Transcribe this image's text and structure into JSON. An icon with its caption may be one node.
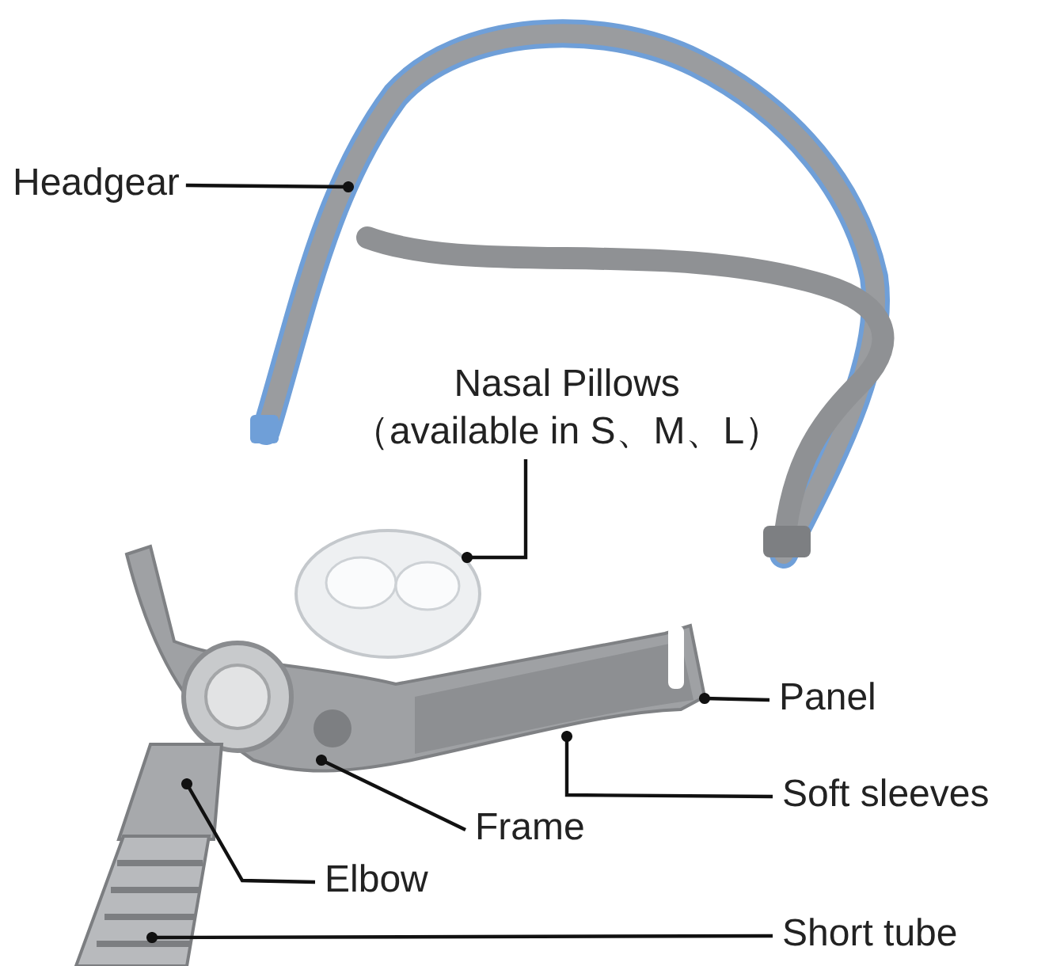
{
  "diagram": {
    "nodes": [
      {
        "text": [
          "Headgear"
        ]
      },
      {
        "text": [
          "Nasal Pillows",
          "（available in S、M、L）"
        ]
      },
      {
        "text": [
          "Panel"
        ]
      },
      {
        "text": [
          "Soft sleeves"
        ]
      },
      {
        "text": [
          "Frame"
        ]
      },
      {
        "text": [
          "Elbow"
        ]
      },
      {
        "text": [
          "Short tube"
        ]
      }
    ],
    "edges": [
      {
        "from": 0,
        "to": null,
        "arrow": "other"
      },
      {
        "from": 1,
        "to": null,
        "arrow": "other"
      },
      {
        "from": 2,
        "to": null,
        "arrow": "other"
      },
      {
        "from": 3,
        "to": null,
        "arrow": "other"
      },
      {
        "from": 4,
        "to": null,
        "arrow": "other"
      },
      {
        "from": 5,
        "to": null,
        "arrow": "other"
      },
      {
        "from": 6,
        "to": null,
        "arrow": "other"
      }
    ]
  }
}
